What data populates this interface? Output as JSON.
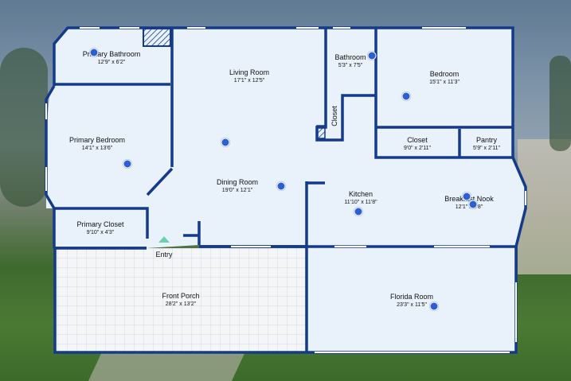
{
  "colors": {
    "wall": "#143a8c",
    "floor": "#e9f1fb",
    "porch": "#f1f4f7",
    "pin": "#2a5fd6",
    "entry_marker": "#6bd1a8"
  },
  "rooms": {
    "primary_bathroom": {
      "name": "Primary Bathroom",
      "dims": "12'9\" x 6'2\""
    },
    "living_room": {
      "name": "Living Room",
      "dims": "17'1\" x 12'5\""
    },
    "bathroom": {
      "name": "Bathroom",
      "dims": "5'3\" x 7'5\""
    },
    "bedroom": {
      "name": "Bedroom",
      "dims": "15'1\" x 11'3\""
    },
    "closet_small": {
      "name": "Closet"
    },
    "primary_bedroom": {
      "name": "Primary Bedroom",
      "dims": "14'1\" x 13'6\""
    },
    "closet": {
      "name": "Closet",
      "dims": "9'0\" x 2'11\""
    },
    "pantry": {
      "name": "Pantry",
      "dims": "5'9\" x 2'11\""
    },
    "dining_room": {
      "name": "Dining Room",
      "dims": "19'0\" x 12'1\""
    },
    "kitchen": {
      "name": "Kitchen",
      "dims": "11'10\" x 11'8\""
    },
    "breakfast_nook": {
      "name": "Breakfast Nook",
      "dims": "12'1\" x 5'8\""
    },
    "primary_closet": {
      "name": "Primary Closet",
      "dims": "9'10\" x 4'3\""
    },
    "entry": {
      "name": "Entry"
    },
    "front_porch": {
      "name": "Front Porch",
      "dims": "28'2\" x 13'2\""
    },
    "florida_room": {
      "name": "Florida Room",
      "dims": "23'3\" x 11'5\""
    }
  }
}
